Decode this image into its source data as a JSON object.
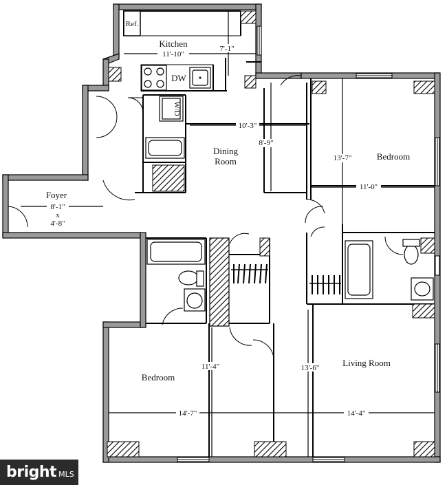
{
  "rooms": {
    "kitchen": "Kitchen",
    "dining_line1": "Dining",
    "dining_line2": "Room",
    "bedroom_ne": "Bedroom",
    "foyer": "Foyer",
    "bedroom_sw": "Bedroom",
    "living": "Living Room"
  },
  "dimensions": {
    "kitchen_width": "11'-10\"",
    "kitchen_depth": "7'-1\"",
    "dining_width": "10'-3\"",
    "dining_depth": "8'-9\"",
    "bedroom_ne_depth": "13'-7\"",
    "bedroom_ne_width": "11'-0\"",
    "foyer_width": "8'-1\"",
    "foyer_x": "x",
    "foyer_depth": "4'-8\"",
    "bedroom_sw_depth": "11'-4\"",
    "bedroom_sw_width": "14'-7\"",
    "living_depth": "13'-6\"",
    "living_width": "14'-4\""
  },
  "appliances": {
    "refrigerator": "Ref.",
    "dishwasher": "DW",
    "washer_dryer": "W/D"
  },
  "watermark": {
    "brand": "bright",
    "mls": "MLS"
  }
}
